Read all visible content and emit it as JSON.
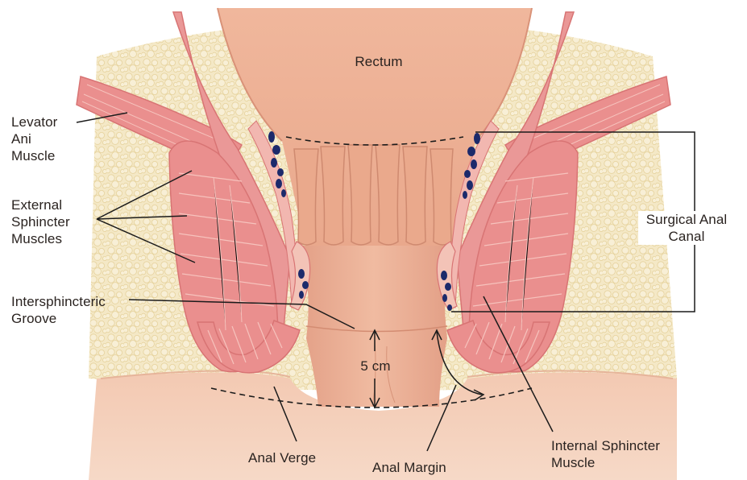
{
  "labels": {
    "rectum": "Rectum",
    "levator_ani_muscle": "Levator\nAni\nMuscle",
    "external_sphincter_muscles": "External\nSphincter\nMuscles",
    "intersphincteric_groove": "Intersphincteric\nGroove",
    "surgical_anal_canal": "Surgical Anal\nCanal",
    "five_cm": "5 cm",
    "anal_verge": "Anal Verge",
    "anal_margin": "Anal Margin",
    "internal_sphincter_muscle": "Internal Sphincter\nMuscle"
  },
  "colors": {
    "fat": "#f3e6c2",
    "muscle": "#e9898a",
    "muscle_light": "#f2b3ad",
    "mucosa": "#e9ab90",
    "mucosa_dark": "#d99278",
    "skin": "#f0c0a6",
    "vessel": "#1c2a6b",
    "leader_line": "#1b1b1b"
  }
}
